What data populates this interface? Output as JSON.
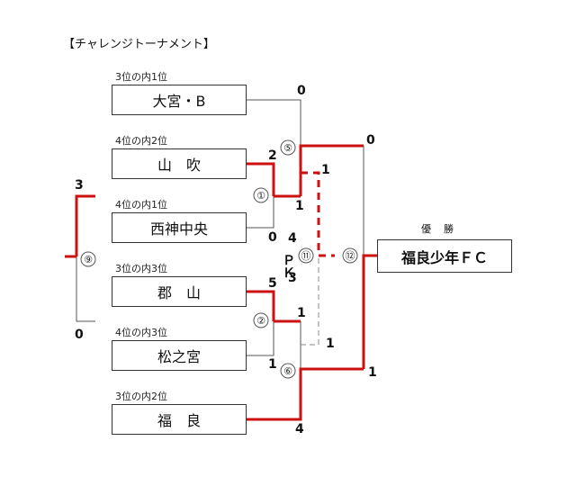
{
  "title": "【チャレンジトーナメント】",
  "teams": [
    {
      "seed": "3位の内1位",
      "name": "大宮・B"
    },
    {
      "seed": "4位の内2位",
      "name": "山　吹"
    },
    {
      "seed": "4位の内1位",
      "name": "西神中央"
    },
    {
      "seed": "3位の内3位",
      "name": "郡　山"
    },
    {
      "seed": "4位の内3位",
      "name": "松之宮"
    },
    {
      "seed": "3位の内2位",
      "name": "福　良"
    }
  ],
  "winner": {
    "label": "優勝",
    "name": "福良少年ＦＣ"
  },
  "matches": {
    "m1": "①",
    "m2": "②",
    "m5": "⑤",
    "m6": "⑥",
    "m9": "⑨",
    "m11": "⑪",
    "m12": "⑫"
  },
  "scores": {
    "m1_yamabuki": "2",
    "m1_nishikami": "0",
    "m5_omiya": "0",
    "m5_m1": "1",
    "m2_koriyama": "5",
    "m2_matsunomiya": "1",
    "m6_m2": "1",
    "m6_fukura": "4",
    "m11_top": "1",
    "m11_bottom": "1",
    "m11_pk_top": "4",
    "m11_pk_label": "ＰＫ",
    "m11_pk_bottom": "3",
    "m12_top": "0",
    "m12_bottom": "1",
    "m9_top": "3",
    "m9_bottom": "0"
  },
  "colors": {
    "winner_path": "#cc1111",
    "line": "#555555",
    "dashed": "#888888"
  }
}
